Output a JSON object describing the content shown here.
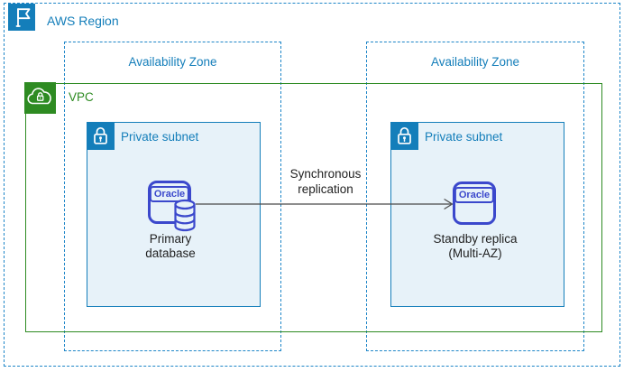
{
  "region": {
    "label": "AWS Region",
    "icon": "flag-icon"
  },
  "availability_zones": [
    {
      "label": "Availability Zone"
    },
    {
      "label": "Availability Zone"
    }
  ],
  "vpc": {
    "label": "VPC",
    "icon": "cloud-lock-icon"
  },
  "subnets": [
    {
      "label": "Private subnet",
      "icon": "lock-icon"
    },
    {
      "label": "Private subnet",
      "icon": "lock-icon"
    }
  ],
  "nodes": [
    {
      "logo": "Oracle",
      "icon": "oracle-database-icon",
      "label_line1": "Primary",
      "label_line2": "database"
    },
    {
      "logo": "Oracle",
      "icon": "oracle-instance-icon",
      "label_line1": "Standby replica",
      "label_line2": "(Multi-AZ)"
    }
  ],
  "connection": {
    "label_line1": "Synchronous",
    "label_line2": "replication",
    "direction": "left-to-right"
  },
  "colors": {
    "aws_blue": "#147EBA",
    "dashed_border_blue": "#1E86C8",
    "vpc_green": "#2E8B22",
    "oracle_blue": "#3B48CC",
    "subnet_fill": "#E7F2F9",
    "arrow_gray": "#4A4A4A",
    "label_text": "#1F1F1F"
  }
}
